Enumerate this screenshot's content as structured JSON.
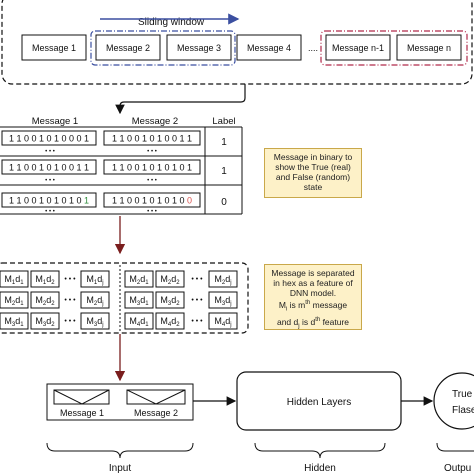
{
  "top": {
    "sliding_window_label": "Sliding window",
    "messages": [
      "Message 1",
      "Message 2",
      "Message 3",
      "Message 4",
      "Message n-1",
      "Message n"
    ],
    "ellipsis": "...."
  },
  "binary_table": {
    "col_headers": [
      "Message 1",
      "Message 2",
      "Label"
    ],
    "rows": [
      {
        "m1": "1 1 0 0 1 0 1 0 0 0 1",
        "m2": "1 1 0 0 1 0 1 0 0 1 1",
        "label": "1"
      },
      {
        "m1": "1 1 0 0 1 0 1 0 0 1 1",
        "m2": "1 1 0 0 1 0 1 0 1 0 1",
        "label": "1"
      },
      {
        "m1_main": "1 1 0 0 1 0 1 0 1 0 ",
        "m1_last": "1",
        "m2_main": "1 1 0 0 1 0 1 0 1 0 ",
        "m2_last": "0",
        "label": "0"
      }
    ],
    "dots": "• • •",
    "last_bit_true_color": "#2e8b3a",
    "last_bit_false_color": "#d9534f"
  },
  "note1": {
    "lines": [
      "Message in binary to",
      "show the True (real)",
      "and False (random)",
      "state"
    ]
  },
  "note2": {
    "lines": [
      "Message is separated",
      "in hex as a feature of",
      "DNN model.",
      "M",
      "i",
      " is m",
      "th",
      " message",
      "and d",
      "j",
      " is d",
      "th",
      "  feature"
    ]
  },
  "feature_grid": {
    "rows": [
      {
        "left": [
          "M1d1",
          "M1d2",
          "M1dj"
        ],
        "right": [
          "M2d1",
          "M2d2",
          "M2dj"
        ]
      },
      {
        "left": [
          "M2d1",
          "M2d2",
          "M2dj"
        ],
        "right": [
          "M3d1",
          "M3d2",
          "M3dj"
        ]
      },
      {
        "left": [
          "M3d1",
          "M3d2",
          "M3dj"
        ],
        "right": [
          "M4d1",
          "M4d2",
          "M4dj"
        ]
      }
    ],
    "dots": "• • •"
  },
  "model": {
    "input_messages": [
      "Message 1",
      "Message 2"
    ],
    "hidden_label": "Hidden Layers",
    "output_true": "True",
    "output_false": "Flase",
    "bottom_labels": [
      "Input",
      "Hidden",
      "Outpu"
    ]
  },
  "colors": {
    "blue_dash": "#3b4fa0",
    "red_dash": "#b02a4a",
    "dark_red_arrow": "#7a1e1e",
    "note_fill": "#fdf1c8"
  }
}
